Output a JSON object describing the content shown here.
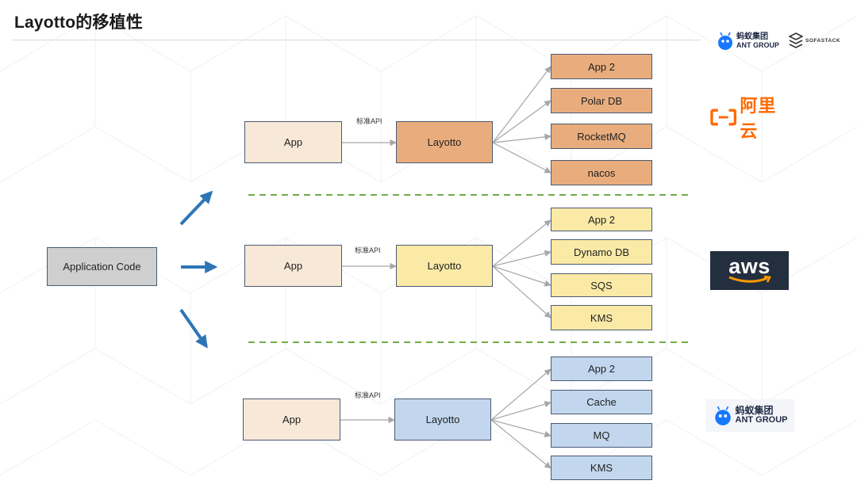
{
  "title": "Layotto的移植性",
  "source": {
    "label": "Application Code"
  },
  "api_label": "标准API",
  "rows": [
    {
      "provider": "阿里云",
      "app": "App",
      "layotto": "Layotto",
      "fill": "#e9ad7d",
      "services": [
        "App 2",
        "Polar DB",
        "RocketMQ",
        "nacos"
      ]
    },
    {
      "provider": "aws",
      "app": "App",
      "layotto": "Layotto",
      "fill": "#faeaa6",
      "services": [
        "App 2",
        "Dynamo DB",
        "SQS",
        "KMS"
      ]
    },
    {
      "provider": "蚂蚁集团",
      "app": "App",
      "layotto": "Layotto",
      "fill": "#c2d7ee",
      "services": [
        "App 2",
        "Cache",
        "MQ",
        "KMS"
      ]
    }
  ],
  "header_logos": {
    "ant_cn": "蚂蚁集团",
    "ant_en": "ANT GROUP",
    "sofa": "SOFASTACK"
  },
  "colors": {
    "arrow_blue": "#2e75b6",
    "divider_green": "#70ad47",
    "aliyun_orange": "#ff6a00",
    "aws_bg": "#232f3e",
    "aws_smile": "#ff9900",
    "ant_blue": "#1677ff"
  }
}
